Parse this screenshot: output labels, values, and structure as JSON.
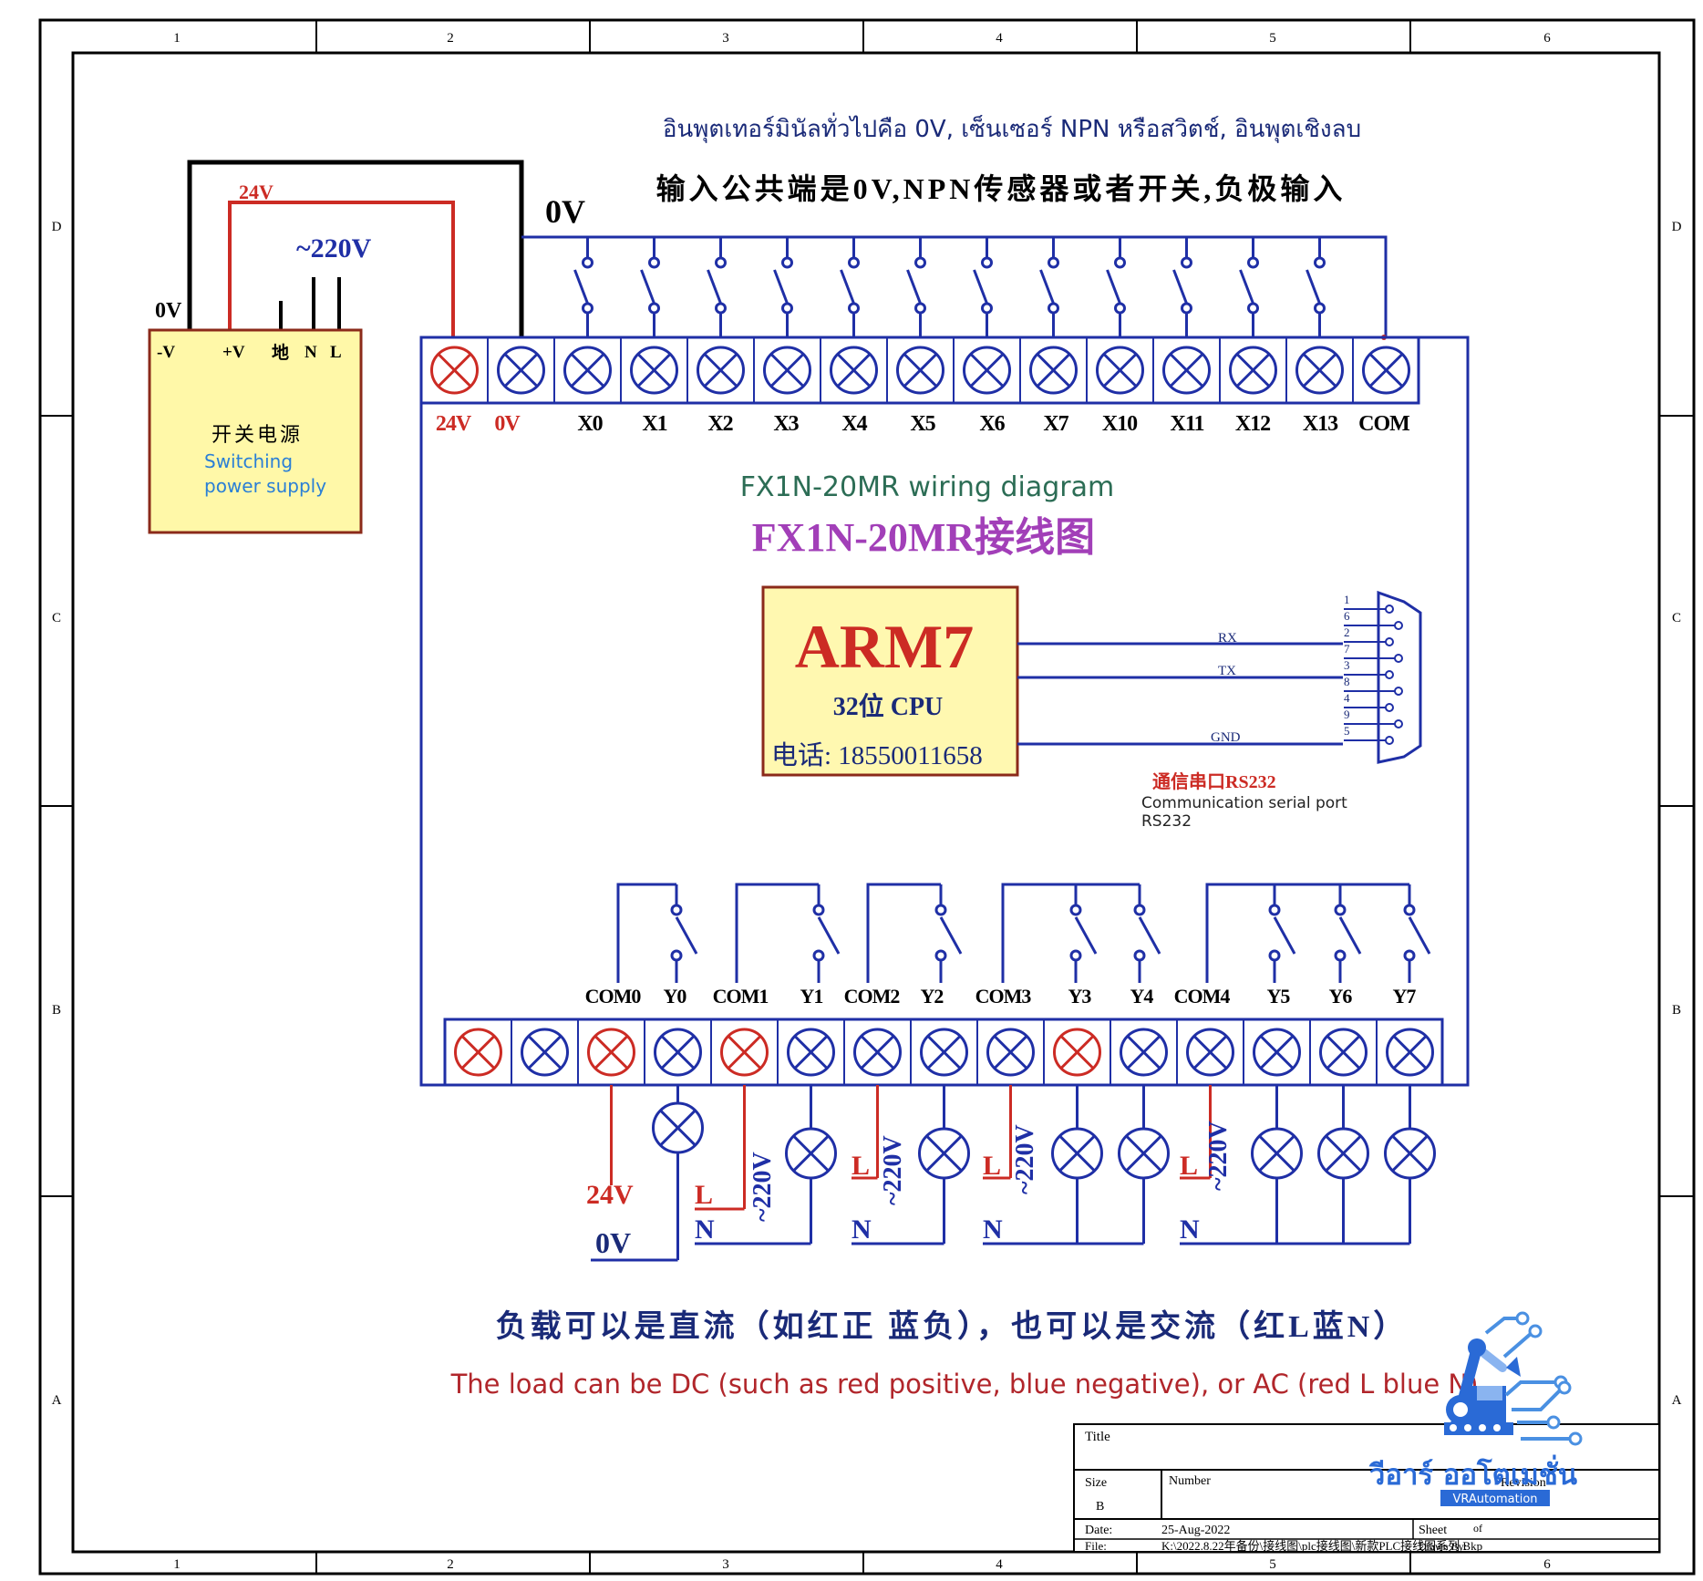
{
  "colors": {
    "blue": "#1f2fa6",
    "red": "#cc2b24",
    "navy": "#1a2a78",
    "frame": "#000000",
    "psu_fill": "#fff8a8",
    "psu_border": "#8b2a1a",
    "cpu_fill": "#fff8b0",
    "purple": "#a23fb8",
    "green_text": "#2c6d55",
    "title_red": "#b1262b",
    "light_blue": "#2a7fd6"
  },
  "frame": {
    "col_numbers": [
      "1",
      "2",
      "3",
      "4",
      "5",
      "6"
    ],
    "row_letters": [
      "D",
      "C",
      "B",
      "A"
    ]
  },
  "header": {
    "thai": "อินพุตเทอร์มินัลทั่วไปคือ 0V, เซ็นเซอร์ NPN หรือสวิตช์, อินพุตเชิงลบ",
    "chinese": "输入公共端是0V,NPN传感器或者开关,负极输入"
  },
  "psu": {
    "label_0v": "0V",
    "label_24v": "24V",
    "label_220v": "~220V",
    "terminals": [
      "-V",
      "+V",
      "地",
      "N",
      "L"
    ],
    "title_cn": "开关电源",
    "title_en_1": "Switching",
    "title_en_2": "power supply"
  },
  "input_bus": {
    "label": "0V"
  },
  "inputs": {
    "labels": [
      "24V",
      "0V",
      "X0",
      "X1",
      "X2",
      "X3",
      "X4",
      "X5",
      "X6",
      "X7",
      "X10",
      "X11",
      "X12",
      "X13",
      "COM"
    ],
    "terminal_colors": [
      "red",
      "blue",
      "blue",
      "blue",
      "blue",
      "blue",
      "blue",
      "blue",
      "blue",
      "blue",
      "blue",
      "blue",
      "blue",
      "blue",
      "blue"
    ]
  },
  "model": {
    "title_en": "FX1N-20MR wiring diagram",
    "title_cn": "FX1N-20MR接线图"
  },
  "cpu": {
    "name": "ARM7",
    "sub": "32位 CPU",
    "phone": "电话: 18550011658"
  },
  "serial": {
    "rx": "RX",
    "tx": "TX",
    "gnd": "GND",
    "pins": [
      "1",
      "6",
      "2",
      "7",
      "3",
      "8",
      "4",
      "9",
      "5"
    ],
    "title_cn": "通信串口RS232",
    "title_en_1": "Communication serial port",
    "title_en_2": "RS232"
  },
  "outputs": {
    "labels": [
      "COM0",
      "Y0",
      "COM1",
      "Y1",
      "COM2",
      "Y2",
      "COM3",
      "Y3",
      "Y4",
      "COM4",
      "Y5",
      "Y6",
      "Y7"
    ],
    "terminal_colors": [
      "red",
      "blue",
      "red",
      "blue",
      "red",
      "blue",
      "blue",
      "blue",
      "blue",
      "red",
      "blue",
      "blue",
      "blue",
      "blue",
      "blue"
    ]
  },
  "loads": {
    "dc_pos": "24V",
    "dc_neg": "0V",
    "ac_l": "L",
    "ac_n": "N",
    "ac_v": "~220V"
  },
  "footer": {
    "cn": "负载可以是直流（如红正 蓝负），也可以是交流（红L蓝N）",
    "en": "The load can be DC (such as red positive, blue negative), or AC (red L blue N)"
  },
  "title_block": {
    "title": "Title",
    "size": "Size",
    "size_val": "B",
    "number": "Number",
    "revision": "Revision",
    "date": "Date:",
    "date_val": "25-Aug-2022",
    "sheet": "Sheet",
    "of": "of",
    "file": "File:",
    "file_val": "K:\\2022.8.22年备份\\接线图\\plc接线图\\新款PLC接线图系列.Bkp",
    "drawn": "Drawn By:"
  },
  "logo": {
    "text_th": "วีอาร์ ออโตเมชั่น",
    "text_en": "VRAutomation"
  }
}
